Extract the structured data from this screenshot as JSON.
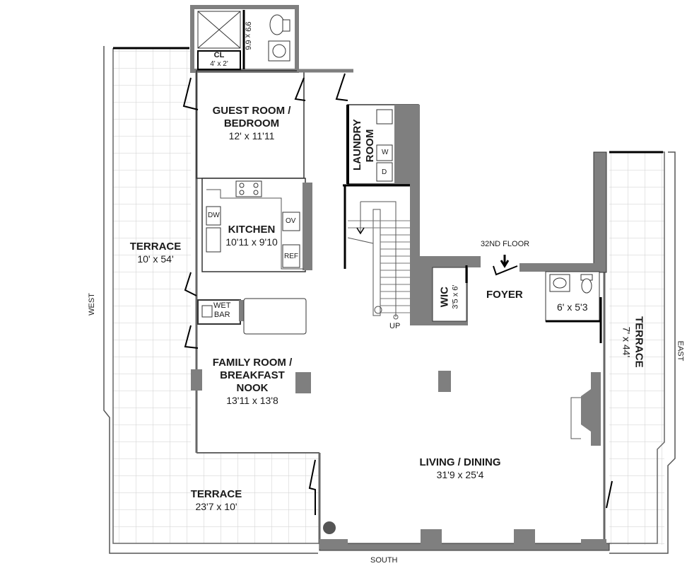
{
  "plan": {
    "floor_label": "32ND FLOOR",
    "entry_arrow": "down-arrow",
    "compass": {
      "west": "WEST",
      "east": "EAST",
      "south": "SOUTH"
    },
    "colors": {
      "wall_fill": "#7f7f7f",
      "wall_line": "#111111",
      "terrace_grid": "#d9d9d9",
      "outline": "#555555",
      "background": "#ffffff"
    }
  },
  "rooms": {
    "bath_top": {
      "name": "",
      "dim": "9'9 x 6'6"
    },
    "closet": {
      "name": "CL",
      "dim": "4' x 2'"
    },
    "guest": {
      "name_line1": "GUEST ROOM /",
      "name_line2": "BEDROOM",
      "dim": "12' x 11'11"
    },
    "laundry": {
      "name_line1": "LAUNDRY",
      "name_line2": "ROOM",
      "washer": "W",
      "dryer": "D"
    },
    "kitchen": {
      "name": "KITCHEN",
      "dim": "10'11 x 9'10",
      "dw": "DW",
      "ov": "OV",
      "ref": "REF"
    },
    "wet_bar": {
      "line1": "WET",
      "line2": "BAR"
    },
    "family": {
      "name_line1": "FAMILY ROOM /",
      "name_line2": "BREAKFAST",
      "name_line3": "NOOK",
      "dim": "13'11 x 13'8"
    },
    "wic": {
      "name": "WIC",
      "dim": "3'5 x 6'"
    },
    "foyer": {
      "name": "FOYER"
    },
    "powder": {
      "dim": "6' x 5'3"
    },
    "living": {
      "name": "LIVING / DINING",
      "dim": "31'9 x 25'4"
    },
    "stairs": {
      "label": "UP"
    },
    "terrace_west": {
      "name": "TERRACE",
      "dim": "10' x 54'"
    },
    "terrace_south": {
      "name": "TERRACE",
      "dim": "23'7 x 10'"
    },
    "terrace_east": {
      "name": "TERRACE",
      "dim": "7' x 44'"
    }
  }
}
